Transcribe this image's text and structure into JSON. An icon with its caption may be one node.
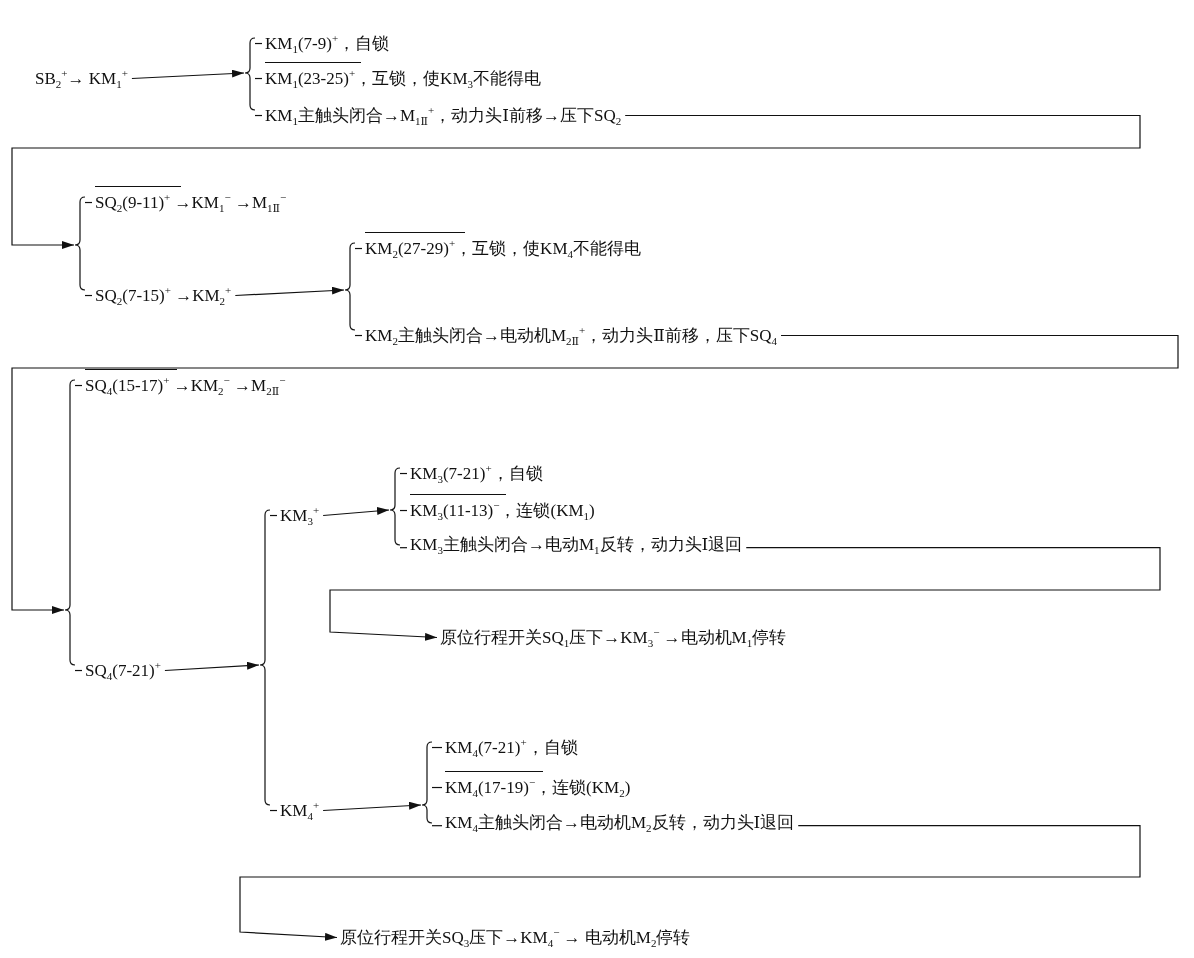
{
  "diagram": {
    "nodes": [
      {
        "text": [
          "SB$_{2}$$^{+}$→ KM$_{1}$$^{+}$"
        ]
      },
      {
        "text": [],
        "shape": "brace"
      },
      {
        "text": [
          "KM$_{1}$(7-9)$^{+}$，自锁"
        ]
      },
      {
        "text": [
          "KM$_{1}$(23-25)$^{+}$，互锁，使KM$_{3}$不能得电"
        ]
      },
      {
        "text": [
          "KM$_{1}$主触头闭合→M$_{1Ⅱ}$$^{+}$，动力头Ⅰ前移→压下SQ$_{2}$"
        ]
      },
      {
        "text": [],
        "shape": "brace"
      },
      {
        "text": [
          "SQ$_{2}$(9-11)$^{+}$ →KM$_{1}$$^{−}$ →M$_{1Ⅱ}$$^{−}$"
        ]
      },
      {
        "text": [
          "SQ$_{2}$(7-15)$^{+}$ →KM$_{2}$$^{+}$"
        ]
      },
      {
        "text": [],
        "shape": "brace"
      },
      {
        "text": [
          "KM$_{2}$(27-29)$^{+}$，互锁，使KM$_{4}$不能得电"
        ]
      },
      {
        "text": [
          "KM$_{2}$主触头闭合→电动机M$_{2Ⅱ}$$^{+}$，动力头Ⅱ前移，压下SQ$_{4}$"
        ]
      },
      {
        "text": [],
        "shape": "brace"
      },
      {
        "text": [
          "SQ$_{4}$(15-17)$^{+}$ →KM$_{2}$$^{−}$ →M$_{2Ⅱ}$$^{−}$"
        ]
      },
      {
        "text": [
          "SQ$_{4}$(7-21)$^{+}$"
        ]
      },
      {
        "text": [],
        "shape": "brace"
      },
      {
        "text": [
          "KM$_{3}$$^{+}$"
        ]
      },
      {
        "text": [],
        "shape": "brace"
      },
      {
        "text": [
          "KM$_{3}$(7-21)$^{+}$，自锁"
        ]
      },
      {
        "text": [
          "KM$_{3}$(11-13)$^{−}$，连锁(KM$_{1}$)"
        ]
      },
      {
        "text": [
          "KM$_{3}$主触头闭合→电动M$_{1}$反转，动力头Ⅰ退回"
        ]
      },
      {
        "text": [
          "原位行程开关SQ$_{1}$压下→KM$_{3}$$^{−}$ →电动机M$_{1}$停转"
        ]
      },
      {
        "text": [
          "KM$_{4}$$^{+}$"
        ]
      },
      {
        "text": [],
        "shape": "brace"
      },
      {
        "text": [
          "KM$_{4}$(7-21)$^{+}$，自锁"
        ]
      },
      {
        "text": [
          "KM$_{4}$(17-19)$^{−}$，连锁(KM$_{2}$)"
        ]
      },
      {
        "text": [
          "KM$_{4}$主触头闭合→电动机M$_{2}$反转，动力头Ⅰ退回"
        ]
      },
      {
        "text": [
          "原位行程开关SQ$_{3}$压下→KM$_{4}$$^{−}$ → 电动机M$_{2}$停转"
        ]
      }
    ],
    "edges": [
      {
        "from": 0,
        "to": 1,
        "arrow": "to"
      },
      {
        "from": 1,
        "to": 2,
        "arrow": "none"
      },
      {
        "from": 1,
        "to": 3,
        "arrow": "none"
      },
      {
        "from": 1,
        "to": 4,
        "arrow": "none"
      },
      {
        "from": 4,
        "to": 5,
        "arrow": "to"
      },
      {
        "from": 5,
        "to": 6,
        "arrow": "none"
      },
      {
        "from": 5,
        "to": 7,
        "arrow": "none"
      },
      {
        "from": 7,
        "to": 8,
        "arrow": "to"
      },
      {
        "from": 8,
        "to": 9,
        "arrow": "none"
      },
      {
        "from": 8,
        "to": 10,
        "arrow": "none"
      },
      {
        "from": 10,
        "to": 11,
        "arrow": "to"
      },
      {
        "from": 11,
        "to": 12,
        "arrow": "none"
      },
      {
        "from": 11,
        "to": 13,
        "arrow": "none"
      },
      {
        "from": 13,
        "to": 14,
        "arrow": "to"
      },
      {
        "from": 14,
        "to": 15,
        "arrow": "none"
      },
      {
        "from": 14,
        "to": 21,
        "arrow": "none"
      },
      {
        "from": 15,
        "to": 16,
        "arrow": "to"
      },
      {
        "from": 16,
        "to": 17,
        "arrow": "none"
      },
      {
        "from": 16,
        "to": 18,
        "arrow": "none"
      },
      {
        "from": 16,
        "to": 19,
        "arrow": "none"
      },
      {
        "from": 19,
        "to": 20,
        "arrow": "to"
      },
      {
        "from": 21,
        "to": 22,
        "arrow": "to"
      },
      {
        "from": 22,
        "to": 23,
        "arrow": "none"
      },
      {
        "from": 22,
        "to": 24,
        "arrow": "none"
      },
      {
        "from": 22,
        "to": 25,
        "arrow": "none"
      },
      {
        "from": 25,
        "to": 26,
        "arrow": "to"
      }
    ]
  }
}
